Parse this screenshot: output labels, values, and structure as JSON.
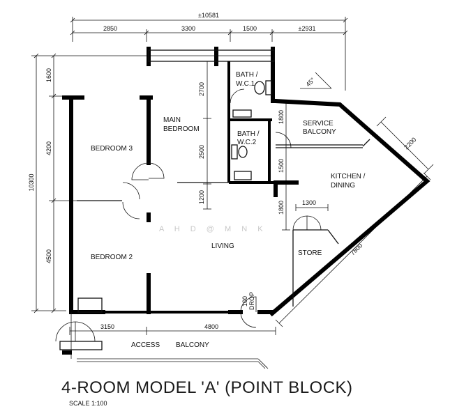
{
  "title": "4-ROOM MODEL 'A' (POINT BLOCK)",
  "scale": "SCALE 1:100",
  "rooms": {
    "bedroom3": "BEDROOM 3",
    "main_bedroom_1": "MAIN",
    "main_bedroom_2": "BEDROOM",
    "bath1_1": "BATH /",
    "bath1_2": "W.C.1",
    "bath2_1": "BATH /",
    "bath2_2": "W.C.2",
    "service_1": "SERVICE",
    "service_2": "BALCONY",
    "kitchen_1": "KITCHEN /",
    "kitchen_2": "DINING",
    "bedroom2": "BEDROOM 2",
    "living": "LIVING",
    "store": "STORE",
    "access": "ACCESS",
    "balcony": "BALCONY",
    "drop_1": "100",
    "drop_2": "DROP"
  },
  "dimensions": {
    "overall_width": "±10581",
    "top_1": "2850",
    "top_2": "3300",
    "top_3": "1500",
    "top_4": "±2931",
    "left_total": "10300",
    "left_1": "1600",
    "left_2": "4200",
    "left_3": "4500",
    "inner_2700": "2700",
    "inner_2500": "2500",
    "inner_1200": "1200",
    "inner_1800a": "1800",
    "inner_1500": "1500",
    "inner_1800b": "1800",
    "store_1300": "1300",
    "diag_2200": "2200",
    "diag_7800": "7800",
    "bottom_1": "3150",
    "bottom_2": "4800",
    "angle": "45°"
  },
  "watermark": "A H D @ M N K"
}
